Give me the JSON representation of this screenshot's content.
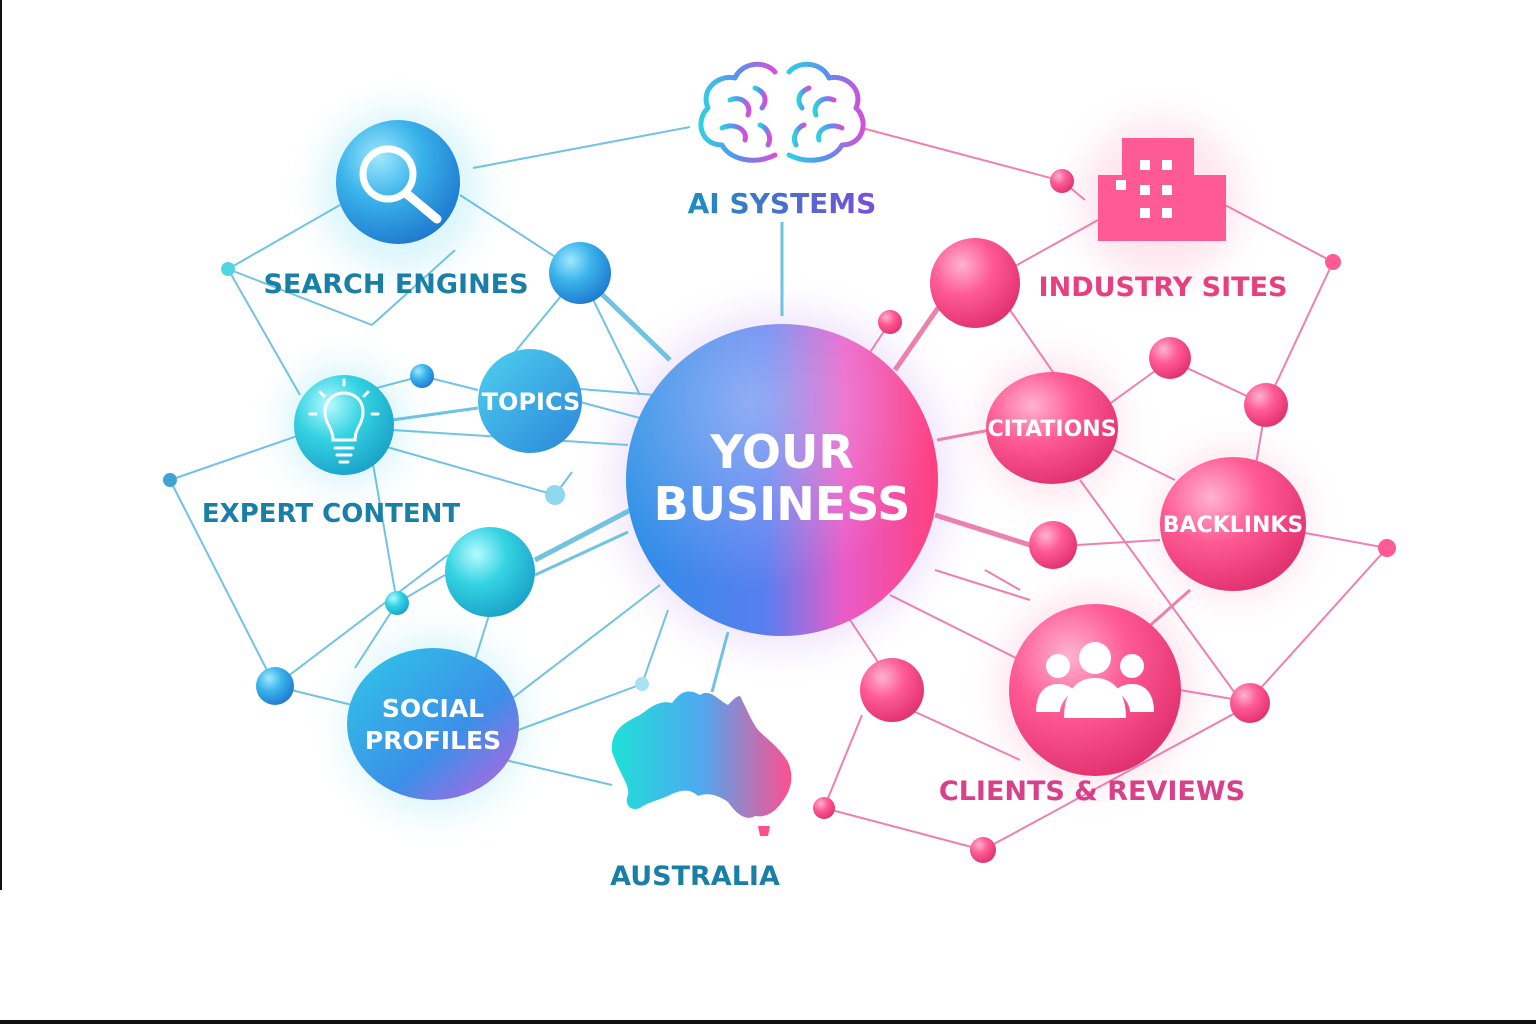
{
  "center": {
    "line1": "YOUR",
    "line2": "BUSINESS"
  },
  "labels": {
    "ai_systems": "AI SYSTEMS",
    "search_engines": "SEARCH ENGINES",
    "industry_sites": "INDUSTRY SITES",
    "topics": "TOPICS",
    "expert_content": "EXPERT CONTENT",
    "citations": "CITATIONS",
    "backlinks": "BACKLINKS",
    "social_profiles_line1": "SOCIAL",
    "social_profiles_line2": "PROFILES",
    "clients_reviews": "CLIENTS & REVIEWS",
    "australia": "AUSTRALIA"
  },
  "icons": {
    "ai_systems": "brain-icon",
    "search_engines": "magnifier-icon",
    "industry_sites": "building-icon",
    "expert_content": "lightbulb-icon",
    "clients_reviews": "people-icon",
    "australia": "australia-map-icon"
  },
  "colors": {
    "blue_text": "#1a7fa6",
    "pink_text": "#e8407e",
    "cyan": "#2fd1e0",
    "blue": "#2a8ee0",
    "pink": "#ff4f8e",
    "magenta": "#d54fd8",
    "line_blue": "#4fb7d9",
    "line_pink": "#ec5f9a"
  }
}
